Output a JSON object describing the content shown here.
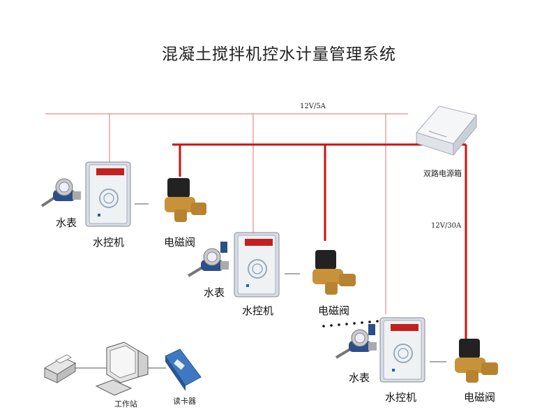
{
  "title": "混凝土搅拌机控水计量管理系统",
  "bus_top_label": "12V/5A",
  "bus_vertical_label": "12V/30A",
  "power_box_label": "双路电源箱",
  "units": [
    {
      "meter_label": "水表",
      "controller_label": "水控机",
      "valve_label": "电磁阀"
    },
    {
      "meter_label": "水表",
      "controller_label": "水控机",
      "valve_label": "电磁阀"
    },
    {
      "meter_label": "水表",
      "controller_label": "水控机",
      "valve_label": "电磁阀"
    }
  ],
  "workstation_label": "工作站",
  "card_reader_label": "读卡器",
  "colors": {
    "thin_line": "#e88a8a",
    "thick_line": "#cc1111",
    "controller_body": "#e9eef3",
    "display": "#c42020",
    "brass": "#c8923a"
  }
}
